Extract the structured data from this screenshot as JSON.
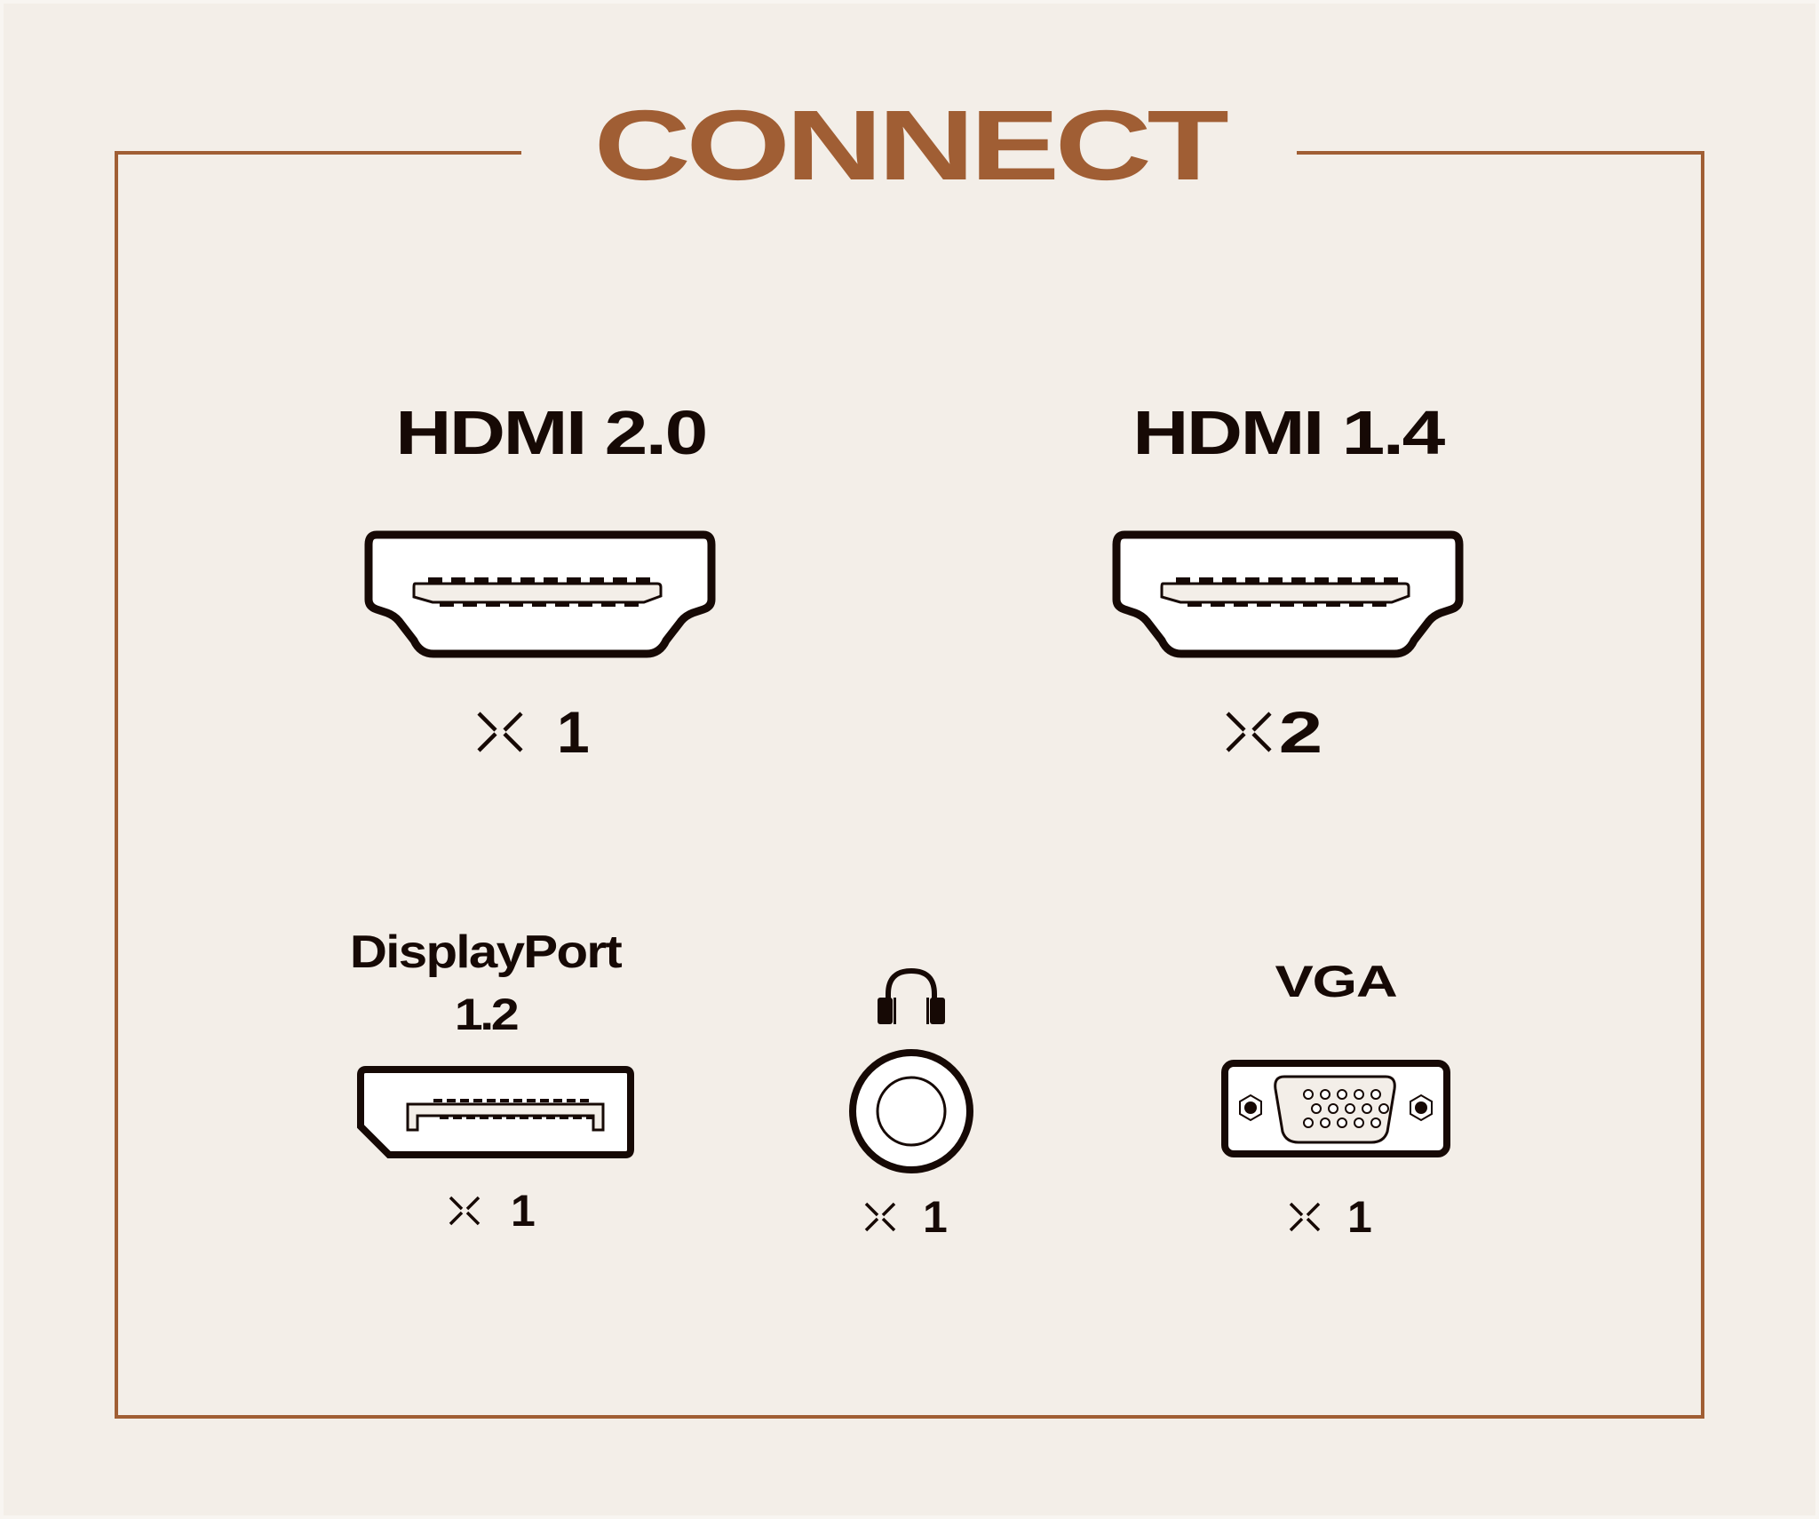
{
  "title": "CONNECT",
  "colors": {
    "accent": "#a05e34",
    "ink": "#160905",
    "background": "#f3eee8",
    "port_fill": "#ffffff",
    "pin_fill": "#f3eee8"
  },
  "ports": [
    {
      "id": "hdmi-2-0",
      "label": "HDMI 2.0",
      "icon": "hdmi-port-icon",
      "quantity_prefix": "x",
      "quantity": "1"
    },
    {
      "id": "hdmi-1-4",
      "label": "HDMI 1.4",
      "icon": "hdmi-port-icon",
      "quantity_prefix": "x",
      "quantity": "2"
    },
    {
      "id": "displayport-1-2",
      "label_line1": "DisplayPort",
      "label_line2": "1.2",
      "icon": "displayport-icon",
      "quantity_prefix": "x",
      "quantity": "1"
    },
    {
      "id": "audio-out",
      "label": "",
      "label_icon": "headphones-icon",
      "icon": "audio-jack-icon",
      "quantity_prefix": "x",
      "quantity": "1"
    },
    {
      "id": "vga",
      "label": "VGA",
      "icon": "vga-port-icon",
      "quantity_prefix": "x",
      "quantity": "1"
    }
  ]
}
